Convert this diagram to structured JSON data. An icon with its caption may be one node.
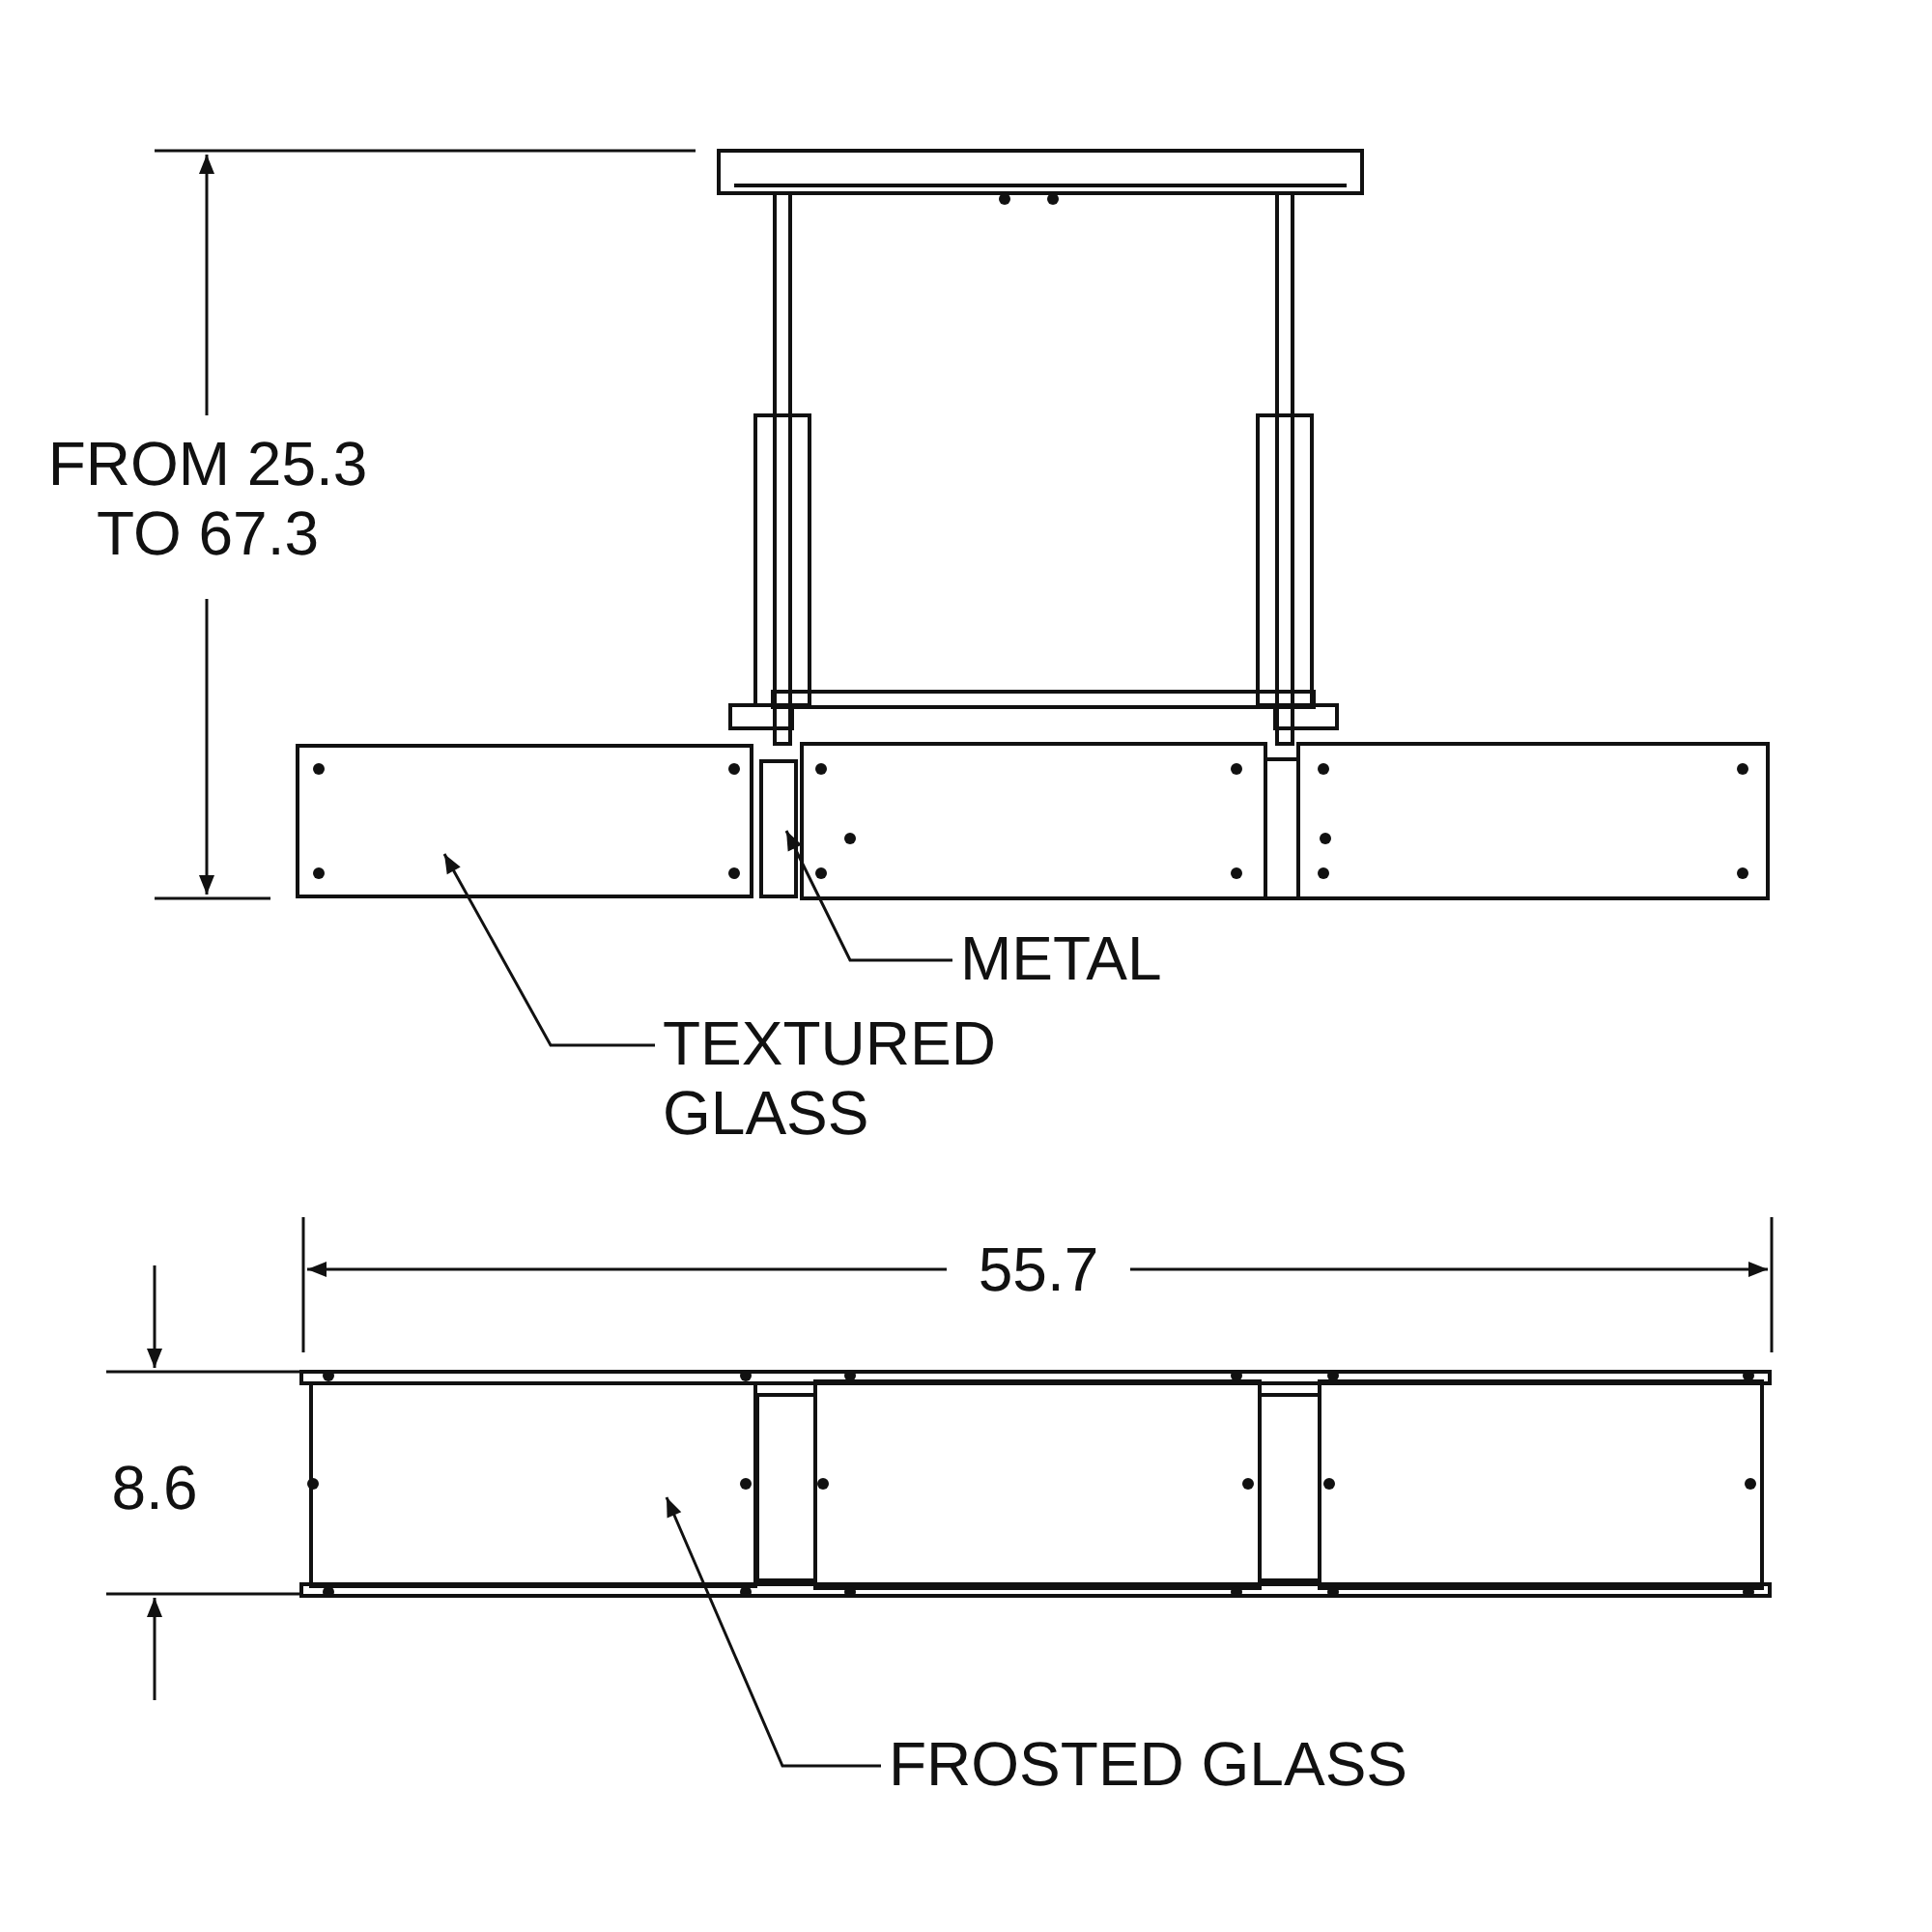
{
  "diagram": {
    "nodes": [
      {
        "text": [],
        "shape": "box"
      },
      {
        "text": [],
        "shape": "box"
      },
      {
        "text": [
          "METAL"
        ]
      },
      {
        "text": [
          "TEXTURED GLASS"
        ]
      },
      {
        "text": [],
        "shape": "box"
      },
      {
        "text": [
          "FROSTED GLASS"
        ]
      }
    ],
    "edges": [
      {
        "from": 2,
        "to": 1,
        "arrow": "to"
      },
      {
        "from": 3,
        "to": 0,
        "arrow": "to"
      },
      {
        "from": 5,
        "to": 4,
        "arrow": "to"
      }
    ],
    "labels": [
      "FROM 25.3 TO 67.3",
      "55.7",
      "8.6"
    ]
  }
}
